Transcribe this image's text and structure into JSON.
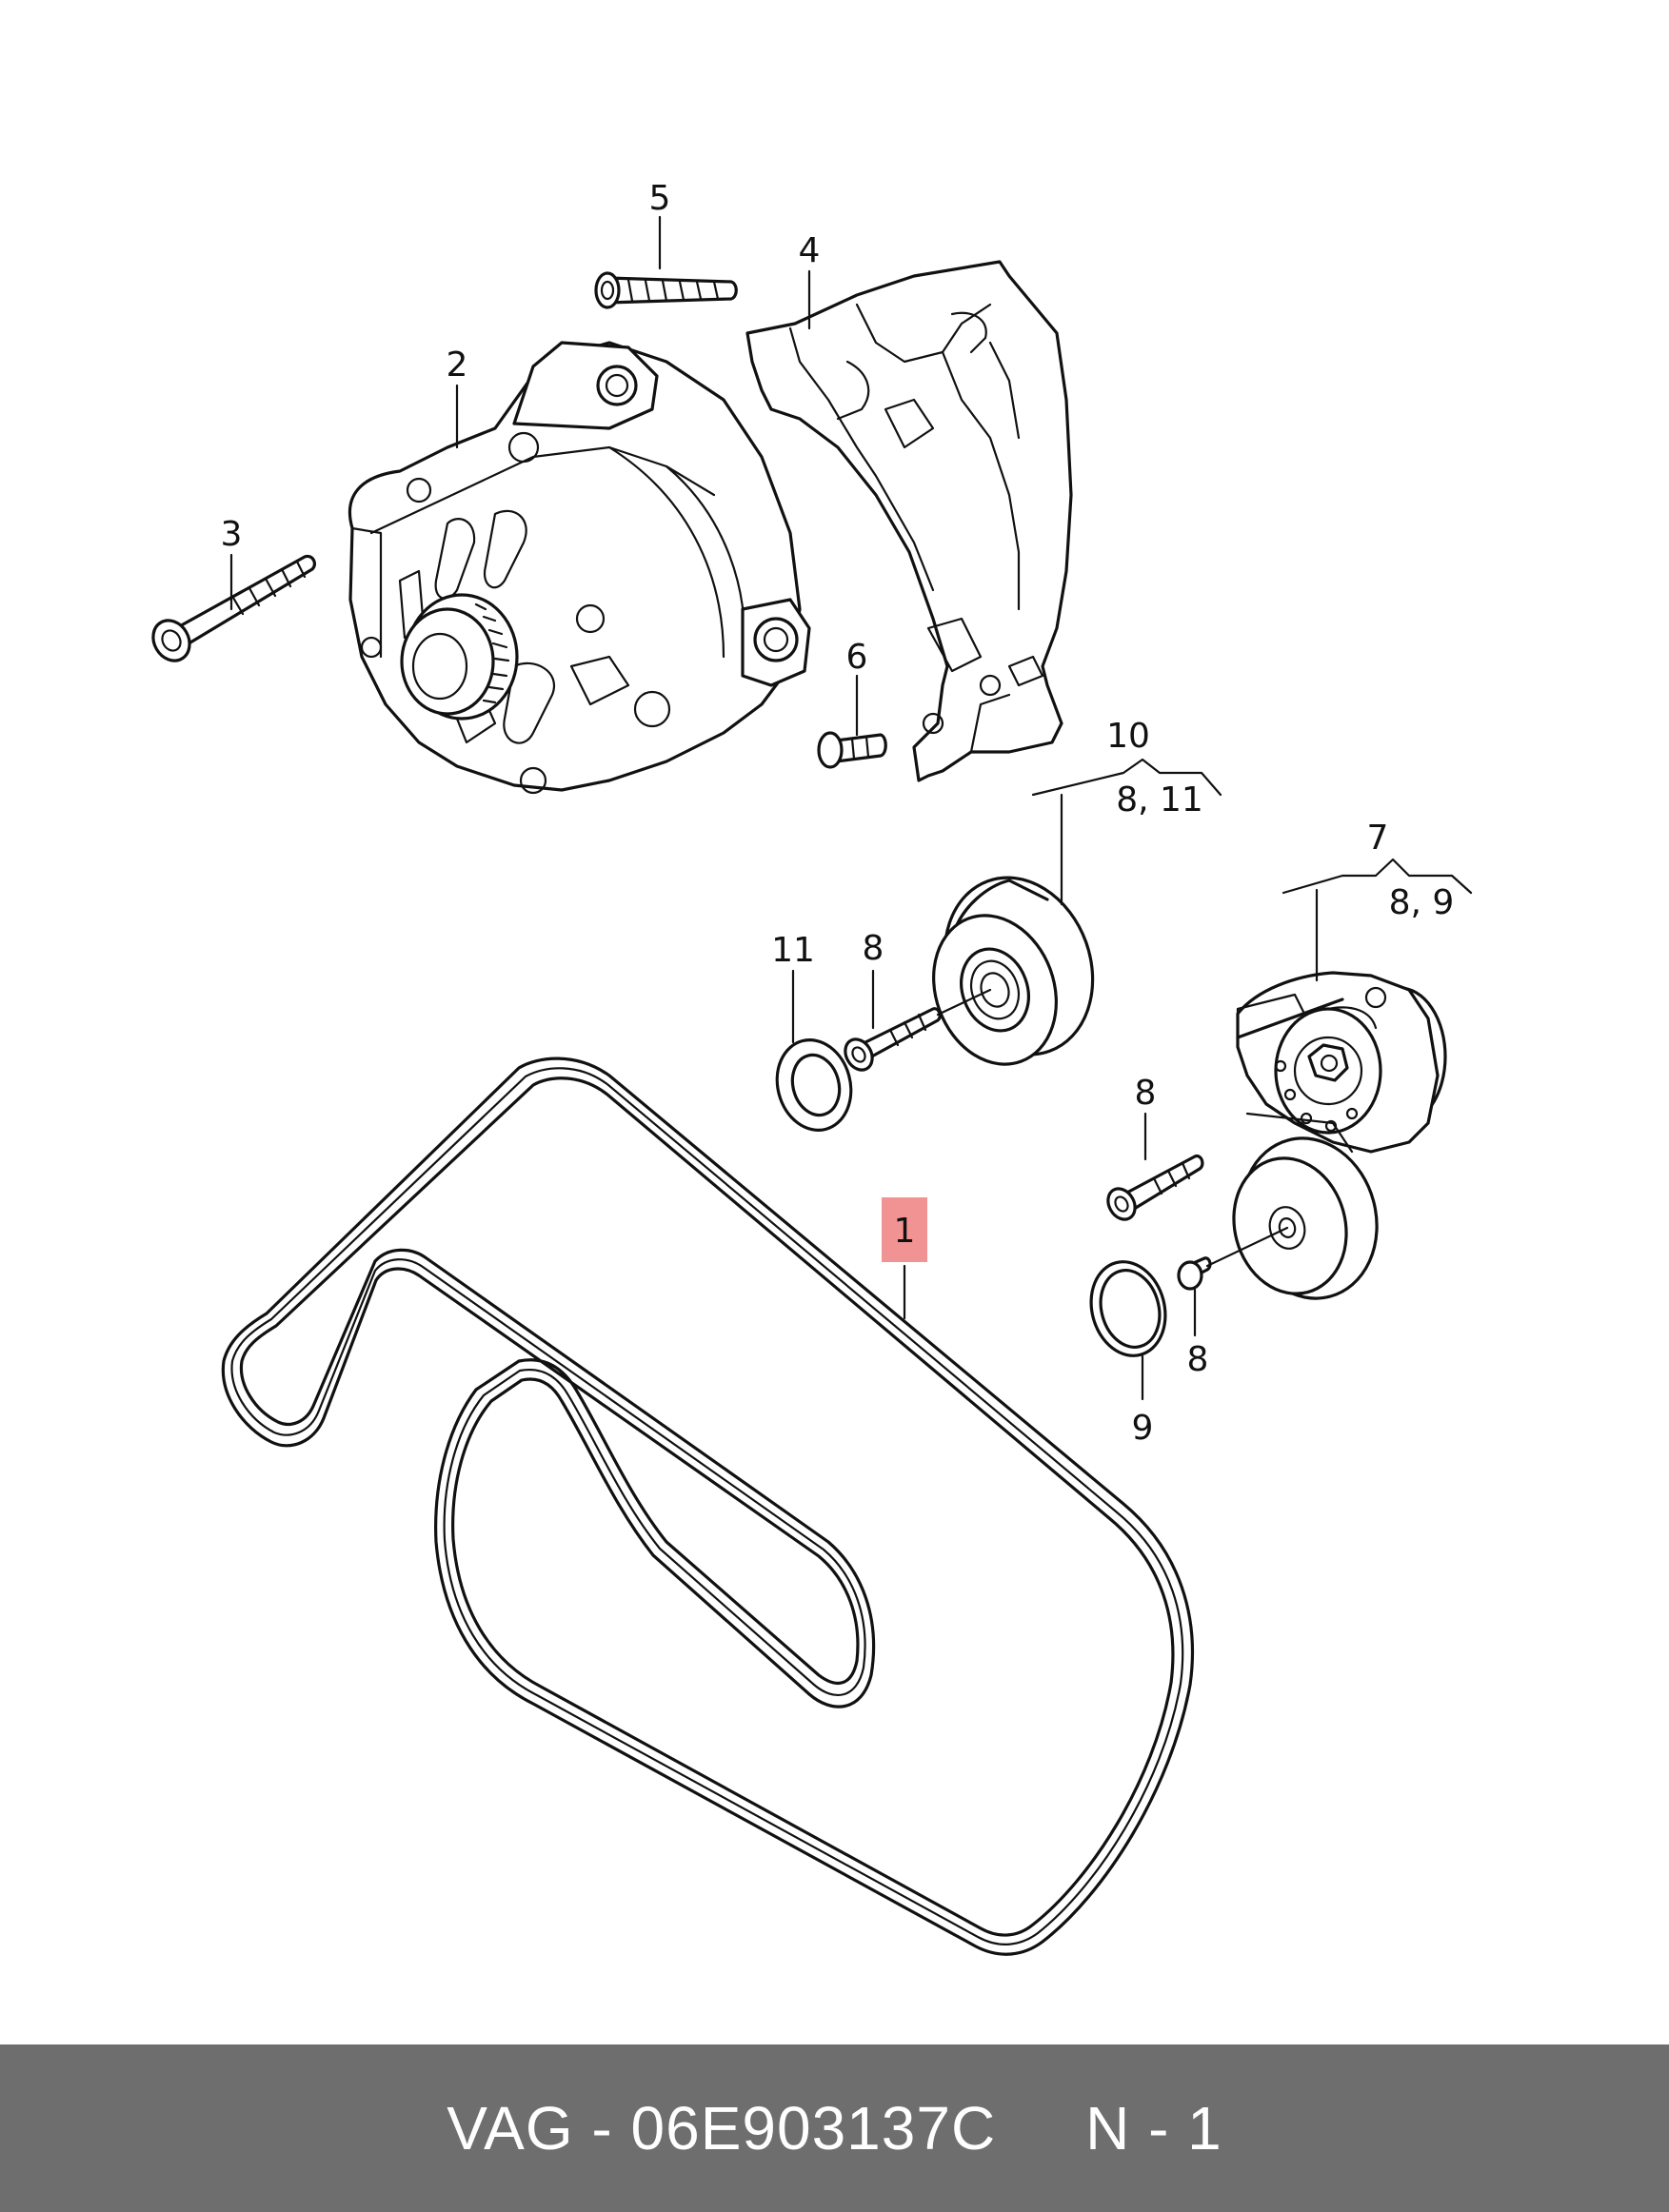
{
  "callouts": {
    "c1": "1",
    "c2": "2",
    "c3": "3",
    "c4": "4",
    "c5": "5",
    "c6": "6",
    "c7": "7",
    "c7sub": "8, 9",
    "c8a": "8",
    "c8b": "8",
    "c8c": "8",
    "c9": "9",
    "c10": "10",
    "c10sub": "8, 11",
    "c11": "11"
  },
  "footer": {
    "text": "VAG - 06E903137C     N - 1"
  },
  "colors": {
    "footer_bg": "#6e6e6e",
    "highlight": "#f08080",
    "line": "#111111"
  }
}
